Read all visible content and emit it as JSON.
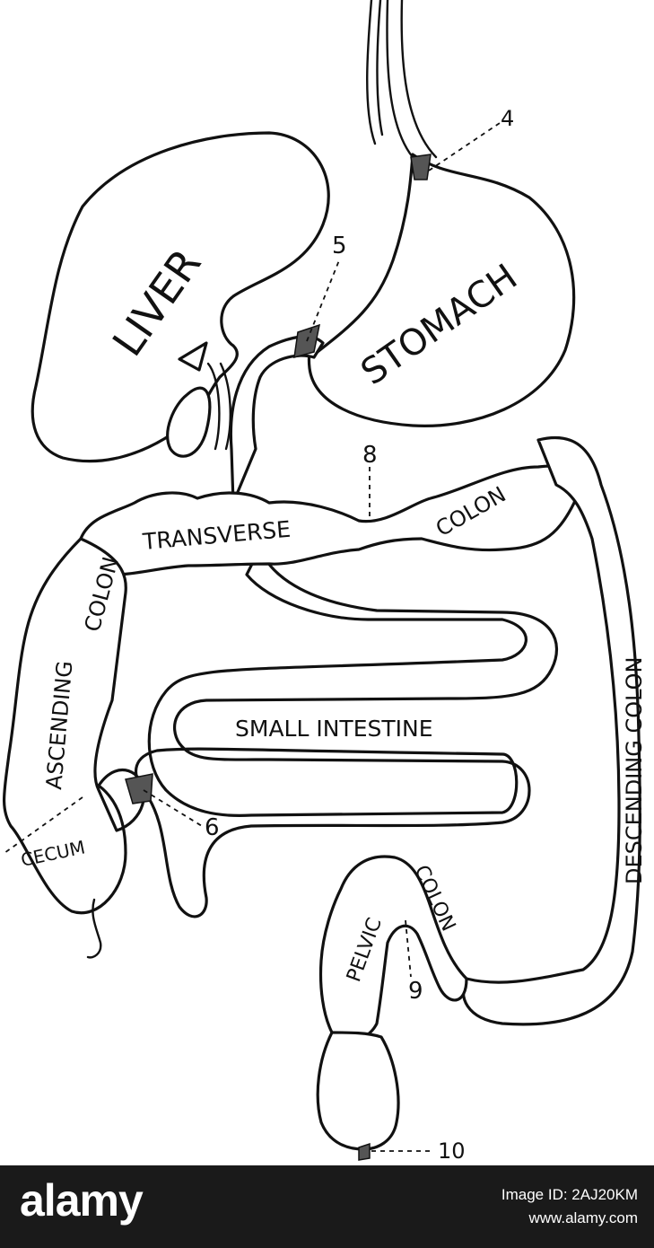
{
  "diagram": {
    "labels": {
      "liver": "LIVER",
      "stomach": "STOMACH",
      "transverse": "TRANSVERSE",
      "colon_upper": "COLON",
      "ascending": "ASCENDING",
      "ascending_colon": "COLON",
      "small_intestine": "SMALL INTESTINE",
      "descending_colon": "DESCENDING COLON",
      "cecum": "CECUM",
      "pelvic": "PELVIC",
      "pelvic_colon": "COLON"
    },
    "callouts": {
      "n4": "4",
      "n5": "5",
      "n6": "6",
      "n8": "8",
      "n9": "9",
      "n10": "10"
    }
  },
  "watermark": {
    "logo": "alamy",
    "image_id": "Image ID: 2AJ20KM",
    "site": "www.alamy.com",
    "bar_color": "#1a1a1a"
  }
}
